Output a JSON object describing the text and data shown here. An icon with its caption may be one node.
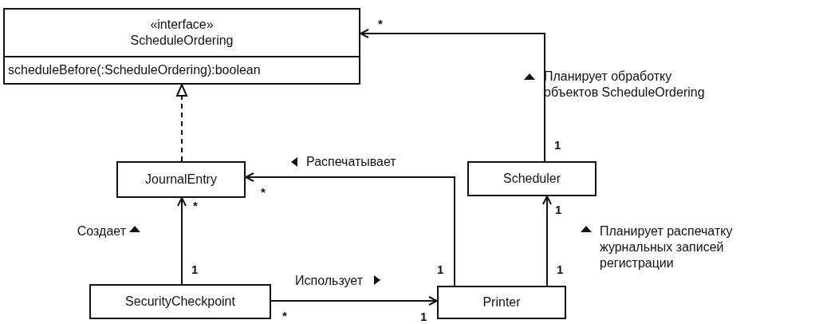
{
  "diagram": {
    "nodes": [
      {
        "text": [
          "«interface»",
          "ScheduleOrdering",
          "scheduleBefore(:ScheduleOrdering):boolean"
        ]
      },
      {
        "text": [
          "JournalEntry"
        ]
      },
      {
        "text": [
          "Scheduler"
        ]
      },
      {
        "text": [
          "SecurityCheckpoint"
        ]
      },
      {
        "text": [
          "Printer"
        ]
      }
    ],
    "edges": [
      {
        "from": 2,
        "to": 0,
        "arrow": "to",
        "label": "Планирует обработку объектов ScheduleOrdering"
      },
      {
        "from": 1,
        "to": 0,
        "arrow": "to",
        "style": "dashed"
      },
      {
        "from": 4,
        "to": 1,
        "arrow": "to",
        "label": "Распечатывает"
      },
      {
        "from": 3,
        "to": 1,
        "arrow": "to",
        "label": "Создает"
      },
      {
        "from": 3,
        "to": 4,
        "arrow": "to",
        "label": "Использует"
      },
      {
        "from": 4,
        "to": 2,
        "arrow": "to",
        "label": "Планирует распечатку журнальных записей регистрации"
      }
    ],
    "labels": [
      "*",
      "1",
      "*",
      "*",
      "1",
      "1",
      "1",
      "1",
      "*",
      "1"
    ]
  }
}
